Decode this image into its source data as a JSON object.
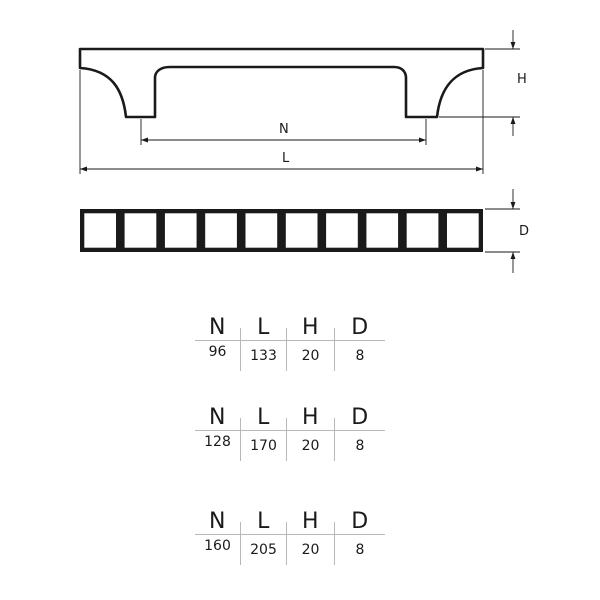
{
  "drawing": {
    "dimension_labels": {
      "height": "H",
      "hole_spacing": "N",
      "length": "L",
      "depth": "D"
    },
    "segment_count": 10
  },
  "tables": [
    {
      "headers": [
        "N",
        "L",
        "H",
        "D"
      ],
      "values": [
        "96",
        "133",
        "20",
        "8"
      ]
    },
    {
      "headers": [
        "N",
        "L",
        "H",
        "D"
      ],
      "values": [
        "128",
        "170",
        "20",
        "8"
      ]
    },
    {
      "headers": [
        "N",
        "L",
        "H",
        "D"
      ],
      "values": [
        "160",
        "205",
        "20",
        "8"
      ]
    }
  ]
}
